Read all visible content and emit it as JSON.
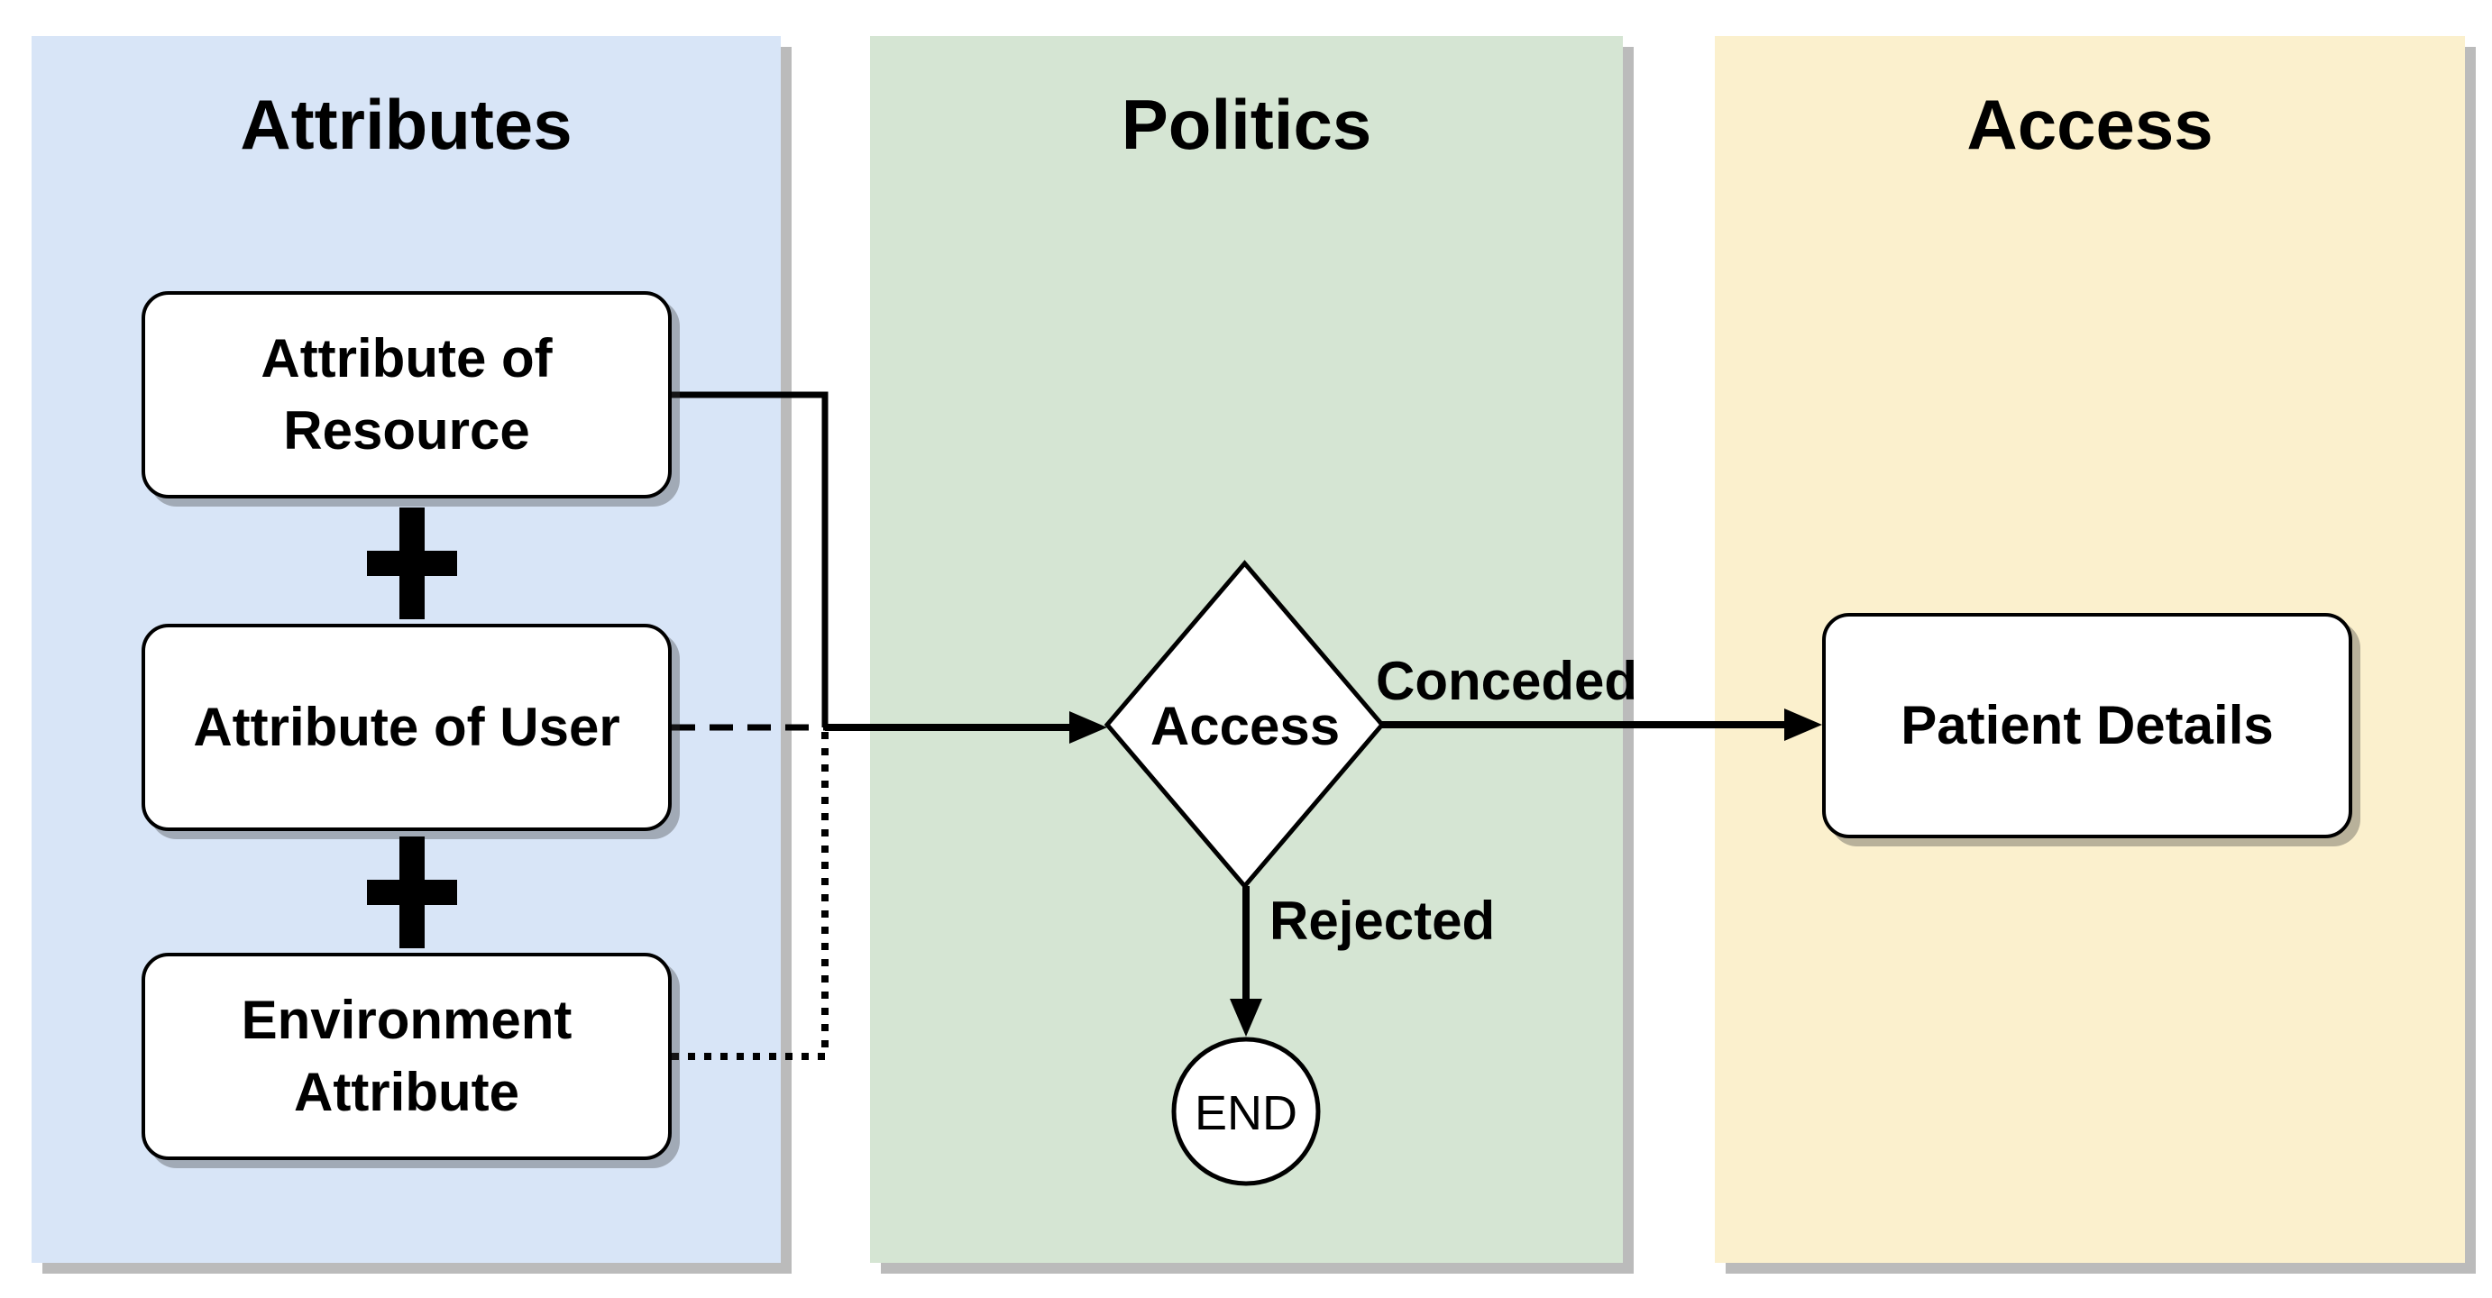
{
  "lanes": [
    {
      "title": "Attributes",
      "color": "#d8e5f7"
    },
    {
      "title": "Politics",
      "color": "#d5e5d3"
    },
    {
      "title": "Access",
      "color": "#fbf0cd"
    }
  ],
  "nodes": {
    "resource": {
      "label": "Attribute of Resource"
    },
    "user": {
      "label": "Attribute of User"
    },
    "environment": {
      "label": "Environment Attribute"
    },
    "decision": {
      "label": "Access"
    },
    "end": {
      "label": "END"
    },
    "patient": {
      "label": "Patient Details"
    }
  },
  "edge_labels": {
    "conceded": "Conceded",
    "rejected": "Rejected"
  },
  "icons": {
    "plus": "+"
  },
  "colors": {
    "lane_attributes": "#d8e5f7",
    "lane_politics": "#d5e5d3",
    "lane_access": "#fbf0cd",
    "node_fill": "#ffffff",
    "stroke": "#000000",
    "shadow": "#b9b9b9",
    "background": "#ffffff"
  },
  "edge_styles": {
    "resource_to_merge": "solid",
    "user_to_merge": "dashed",
    "environment_to_merge": "dotted",
    "merge_to_decision": "solid-arrow",
    "decision_to_patient": "solid-arrow",
    "decision_to_end": "solid-arrow"
  }
}
